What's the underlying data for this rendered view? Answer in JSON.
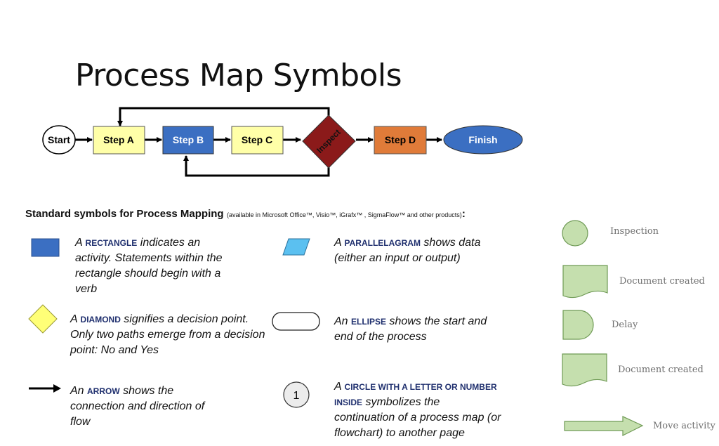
{
  "title": "Process Map Symbols",
  "flow": {
    "start": "Start",
    "step_a": "Step A",
    "step_b": "Step B",
    "step_c": "Step C",
    "inspect": "Inspect",
    "step_d": "Step D",
    "finish": "Finish"
  },
  "colors": {
    "step_a": "#ffffa8",
    "step_b": "#3b6fc2",
    "step_c": "#ffffa8",
    "inspect": "#8b1a1a",
    "step_d": "#e07b39",
    "finish": "#3b6fc2",
    "legend_fill": "#c5dfae",
    "legend_stroke": "#6f9a55"
  },
  "subtitle": {
    "main": "Standard symbols for Process Mapping",
    "note": "(available in Microsoft Office™, Visio™, iGrafx™ , SigmaFlow™ and other products)",
    "colon": ":"
  },
  "symbols": {
    "rectangle": {
      "prefix": "A ",
      "keyword": "RECTANGLE",
      "text": " indicates an activity. Statements within the rectangle should begin with a verb"
    },
    "parallelogram": {
      "prefix": "A ",
      "keyword": "PARALLELAGRAM",
      "text": " shows data (either an input or output)"
    },
    "diamond": {
      "prefix": "A ",
      "keyword": "DIAMOND",
      "text": " signifies a decision point. Only two paths emerge from a decision point: No and Yes"
    },
    "ellipse": {
      "prefix": "An ",
      "keyword": "ELLIPSE",
      "text": " shows the start and end of the process"
    },
    "arrow": {
      "prefix": "An ",
      "keyword": "ARROW",
      "text": " shows the connection and direction of flow"
    },
    "circle": {
      "prefix": "A ",
      "keyword": "CIRCLE WITH A LETTER OR NUMBER INSIDE",
      "text": " symbolizes the continuation of a process map (or flowchart) to another page",
      "number": "1"
    }
  },
  "legend": {
    "inspection": "Inspection",
    "document_created_1": "Document created",
    "delay": "Delay",
    "document_created_2": "Document created",
    "move_activity": "Move activity"
  }
}
